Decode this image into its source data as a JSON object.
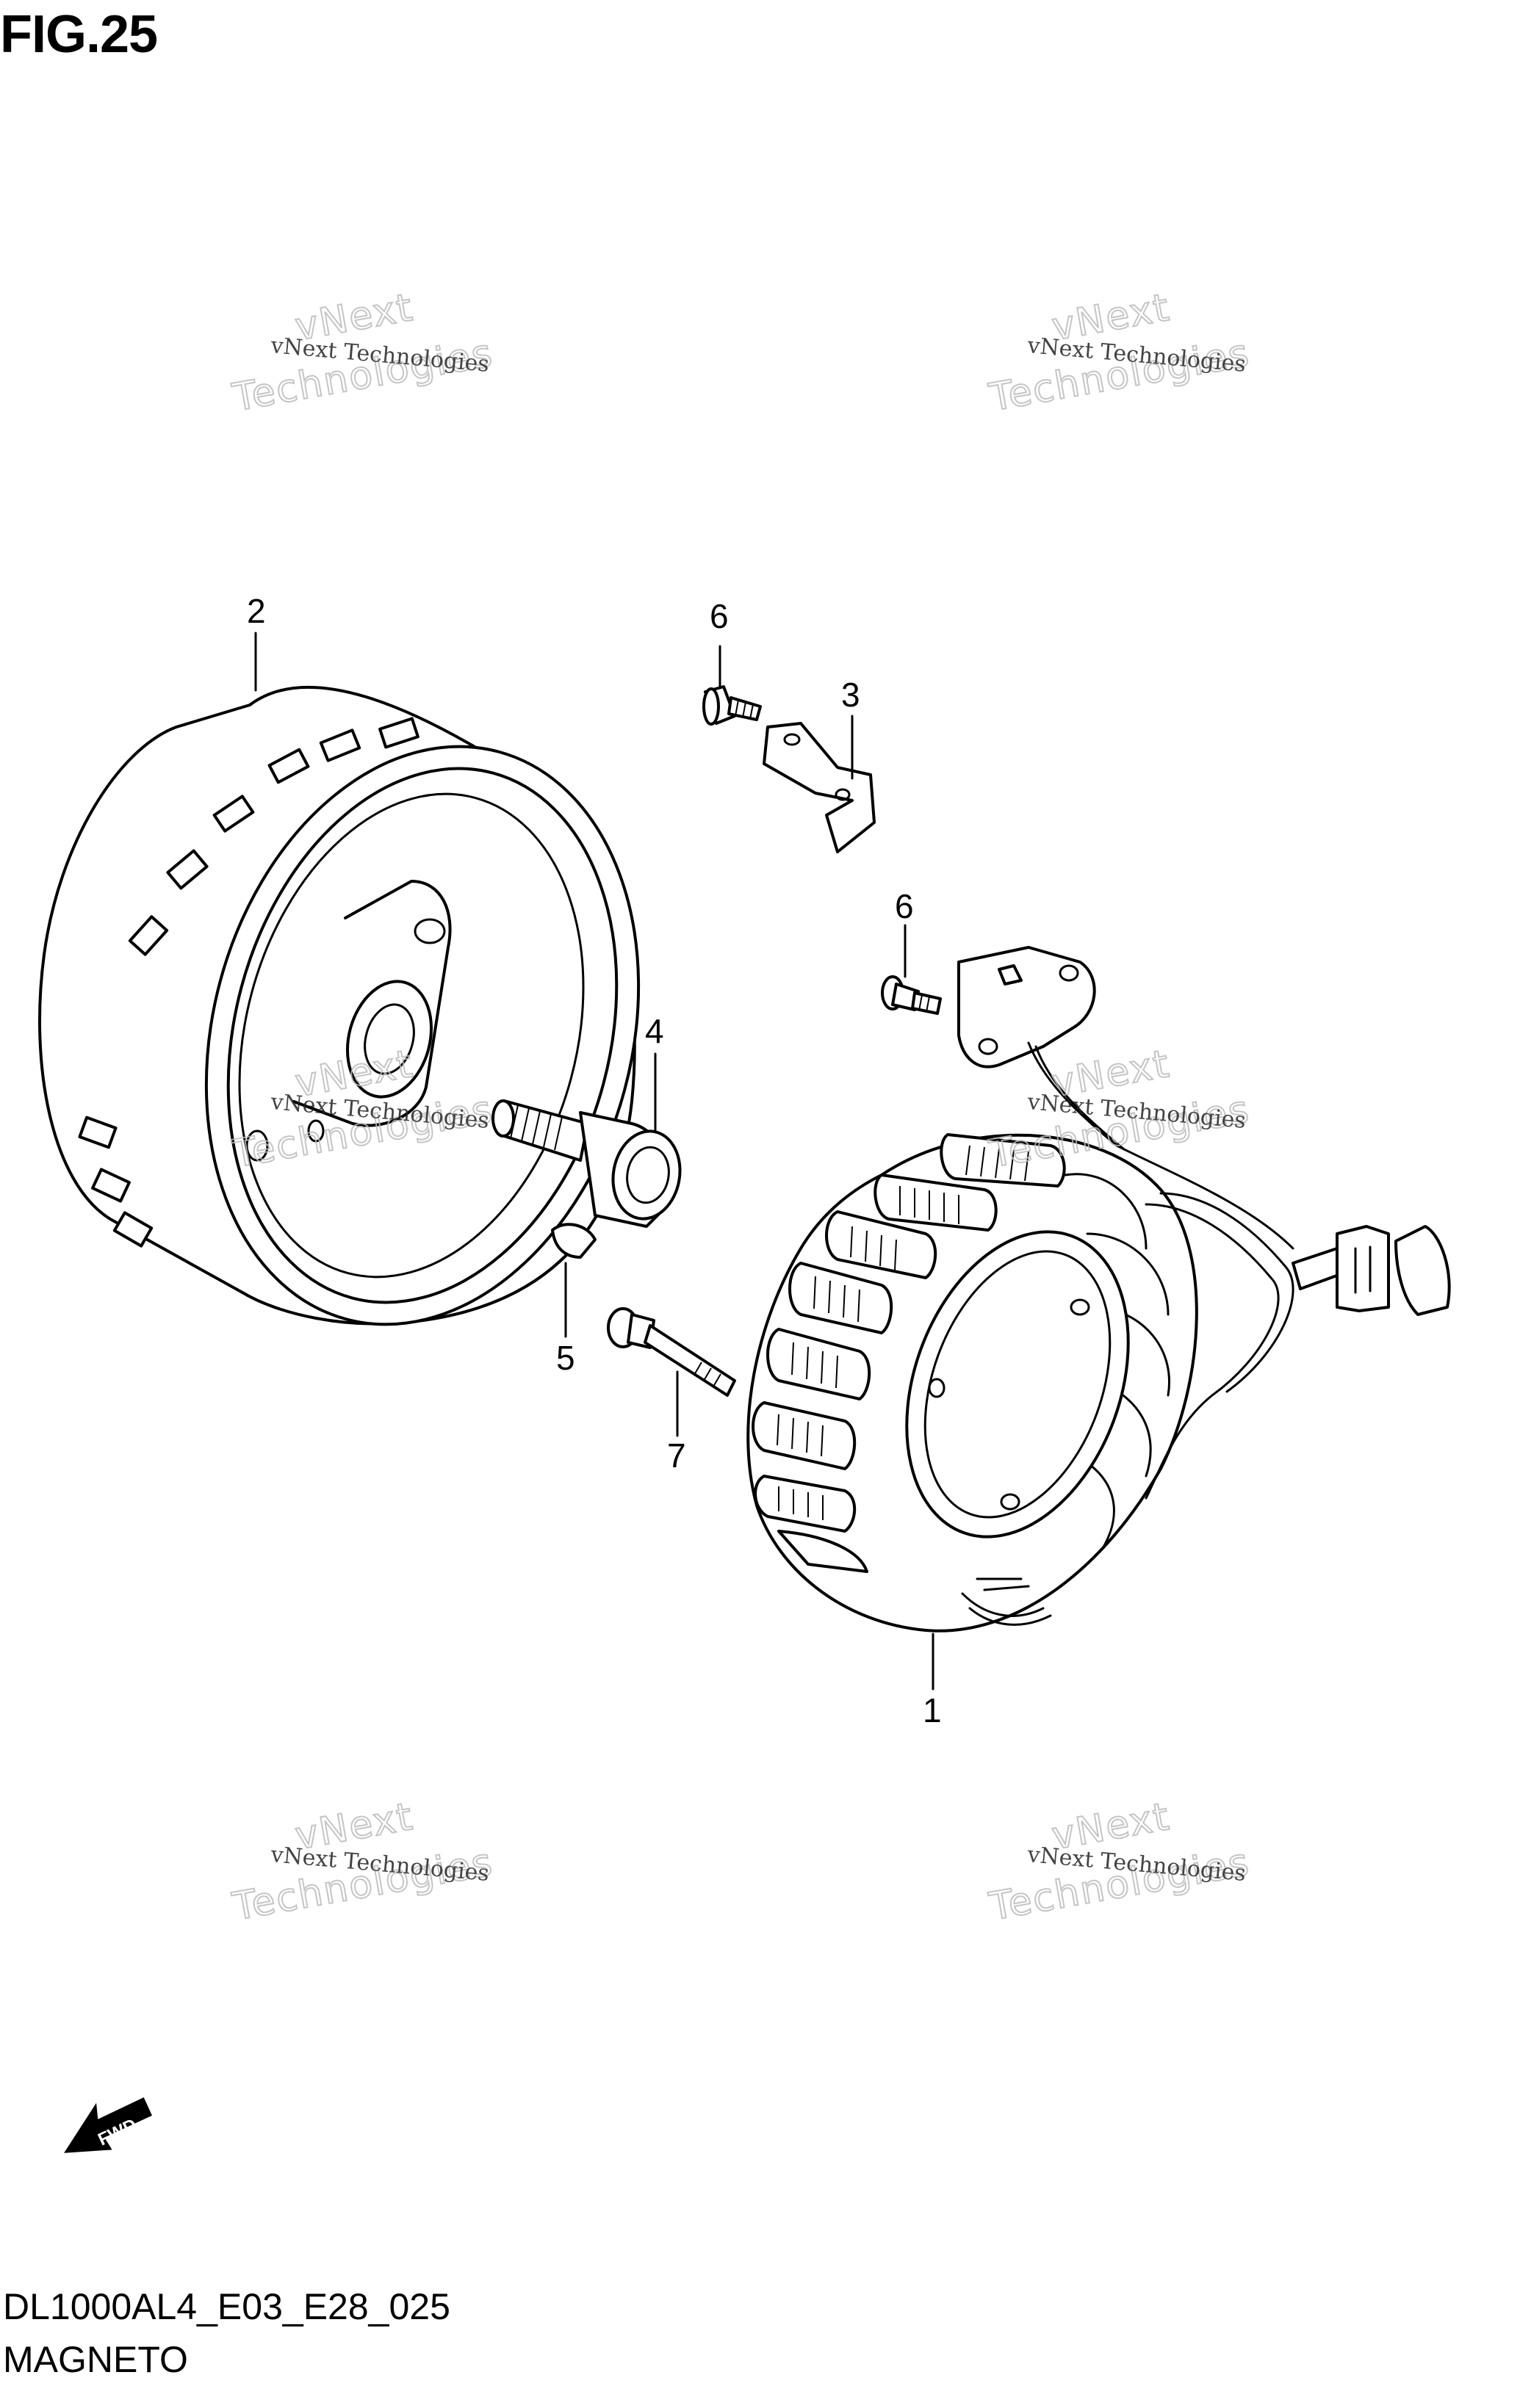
{
  "figure": {
    "title": "FIG.25",
    "code": "DL1000AL4_E03_E28_025",
    "name": "MAGNETO"
  },
  "callouts": [
    "1",
    "2",
    "3",
    "4",
    "5",
    "6",
    "6",
    "7"
  ],
  "watermark": {
    "small": "vNext Technologies",
    "big_top": "vNext",
    "big_bottom": "Technologies"
  },
  "fwd_label": "FWD"
}
